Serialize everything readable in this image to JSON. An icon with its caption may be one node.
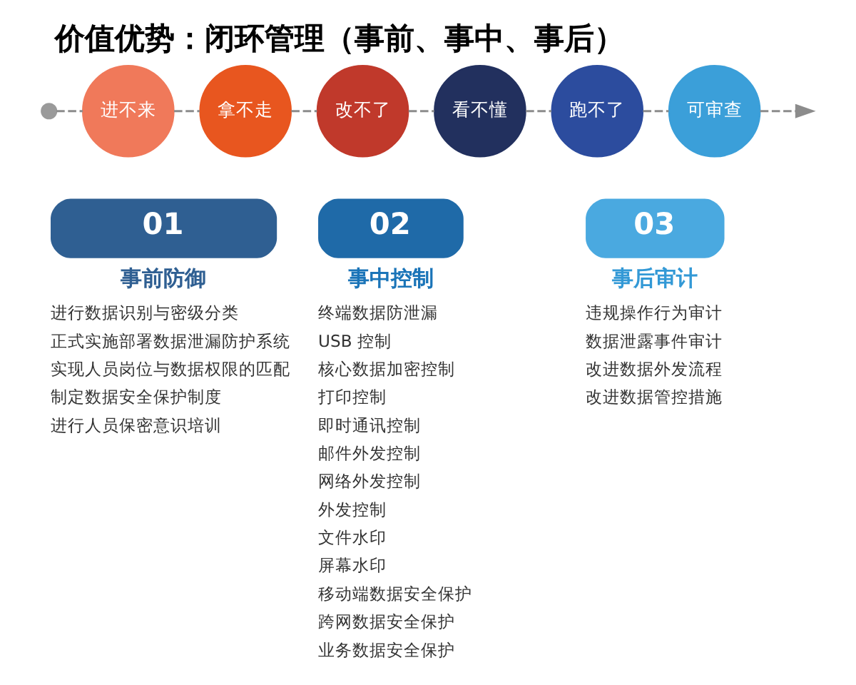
{
  "diagram": {
    "title": "价值优势：闭环管理（事前、事中、事后）",
    "nodes": [
      {
        "text": [],
        "shape": "circle"
      },
      {
        "text": [
          "进不来"
        ]
      },
      {
        "text": [
          "拿不走"
        ]
      },
      {
        "text": [
          "改不了"
        ]
      },
      {
        "text": [
          "看不懂"
        ]
      },
      {
        "text": [
          "跑不了"
        ]
      },
      {
        "text": [
          "可审查"
        ]
      },
      {
        "text": [
          "01",
          "事前防御"
        ],
        "beside": [
          "进行数据识别与密级分类",
          "正式实施部署数据泄漏防护系统",
          "实现人员岗位与数据权限的匹配",
          "制定数据安全保护制度",
          "进行人员保密意识培训"
        ]
      },
      {
        "text": [
          "02",
          "事中控制"
        ],
        "beside": [
          "终端数据防泄漏",
          "USB 控制",
          "核心数据加密控制",
          "打印控制",
          "即时通讯控制",
          "邮件外发控制",
          "网络外发控制",
          "外发控制",
          "文件水印",
          "屏幕水印",
          "移动端数据安全保护",
          "跨网数据安全保护",
          "业务数据安全保护"
        ]
      },
      {
        "text": [
          "03",
          "事后审计"
        ],
        "beside": [
          "违规操作行为审计",
          "数据泄露事件审计",
          "改进数据外发流程",
          "改进数据管控措施"
        ]
      }
    ],
    "edges": [
      {
        "from": 0,
        "to": 1,
        "arrow": "none",
        "style": "dashed"
      },
      {
        "from": 1,
        "to": 2,
        "arrow": "none",
        "style": "dashed"
      },
      {
        "from": 2,
        "to": 3,
        "arrow": "none",
        "style": "dashed"
      },
      {
        "from": 3,
        "to": 4,
        "arrow": "none",
        "style": "dashed"
      },
      {
        "from": 4,
        "to": 5,
        "arrow": "none",
        "style": "dashed"
      },
      {
        "from": 5,
        "to": 6,
        "arrow": "none",
        "style": "dashed"
      },
      {
        "from": 6,
        "to": null,
        "arrow": "to",
        "style": "dashed"
      }
    ]
  }
}
